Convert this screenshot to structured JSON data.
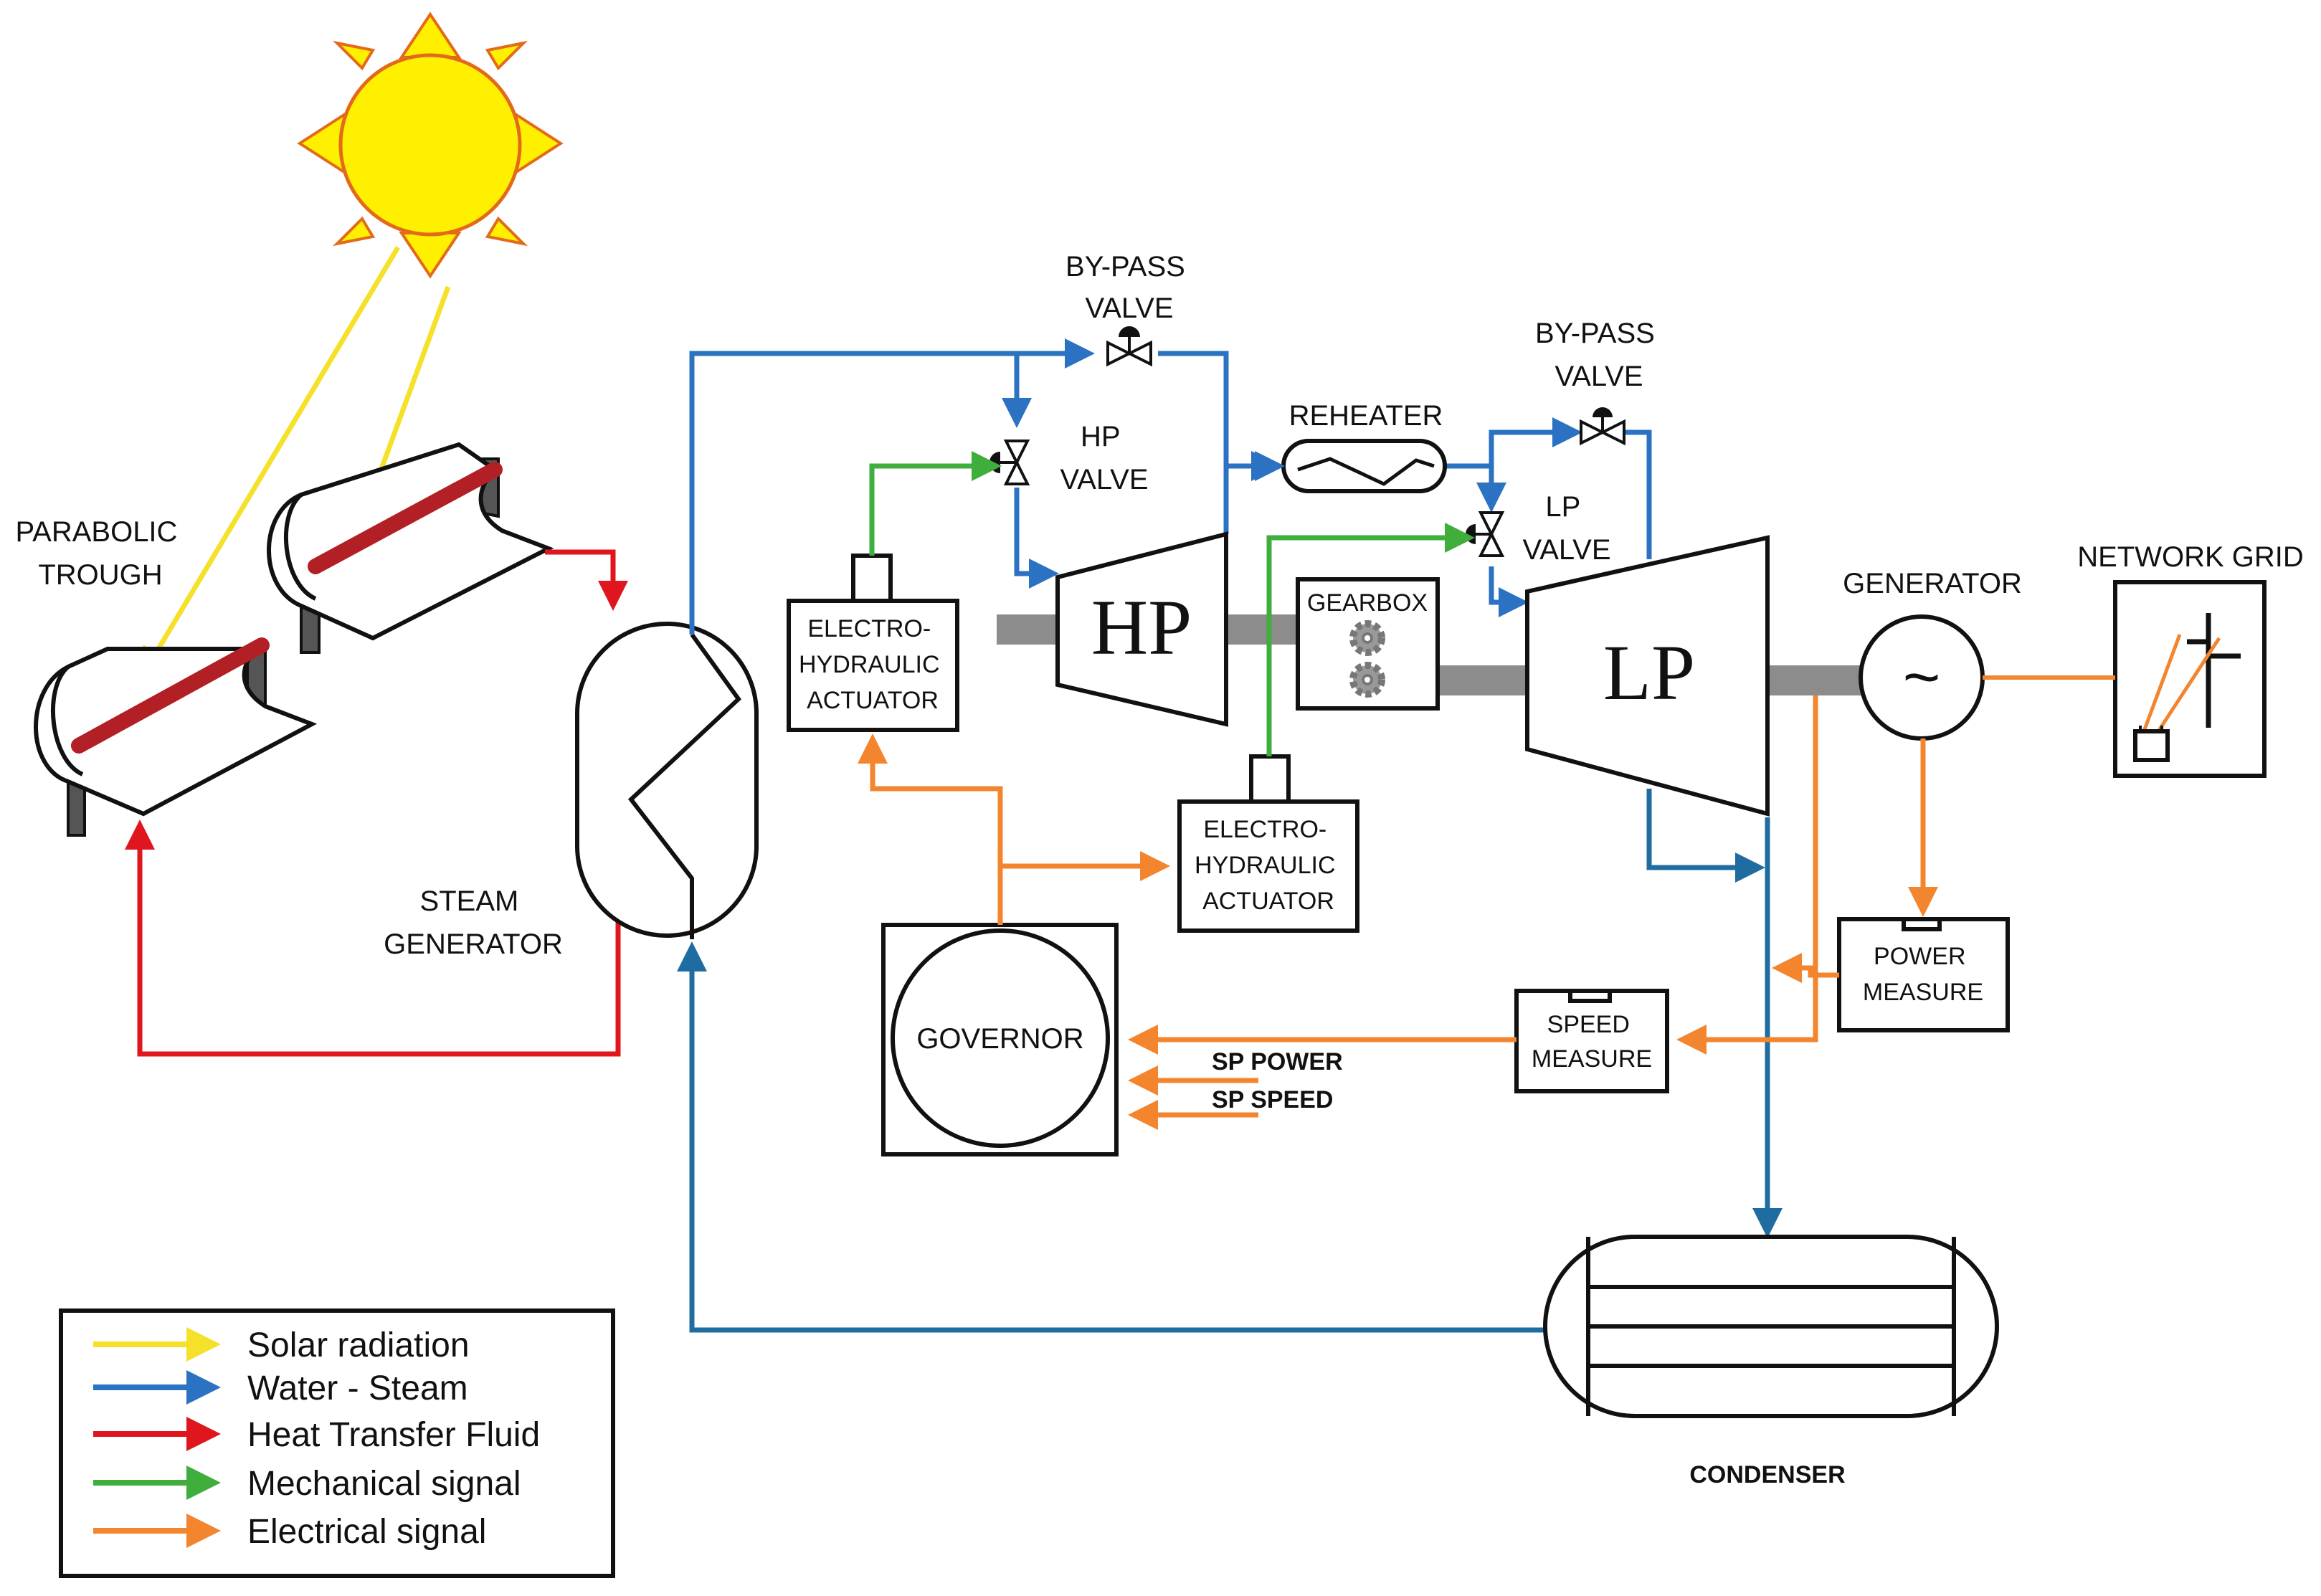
{
  "labels": {
    "parabolic_trough": [
      "PARABOLIC",
      "TROUGH"
    ],
    "steam_generator": [
      "STEAM",
      "GENERATOR"
    ],
    "bypass_valve_hp": [
      "BY-PASS",
      "VALVE"
    ],
    "hp_valve": [
      "HP",
      "VALVE"
    ],
    "reheater": "REHEATER",
    "bypass_valve_lp": [
      "BY-PASS",
      "VALVE"
    ],
    "lp_valve": [
      "LP",
      "VALVE"
    ],
    "hp_turbine": "HP",
    "lp_turbine": "LP",
    "gearbox": "GEARBOX",
    "actuator_1": [
      "ELECTRO-",
      "HYDRAULIC",
      "ACTUATOR"
    ],
    "actuator_2": [
      "ELECTRO-",
      "HYDRAULIC",
      "ACTUATOR"
    ],
    "generator": "GENERATOR",
    "generator_symbol": "~",
    "network_grid": "NETWORK GRID",
    "governor": "GOVERNOR",
    "power_measure": [
      "POWER",
      "MEASURE"
    ],
    "speed_measure": [
      "SPEED",
      "MEASURE"
    ],
    "sp_power": "SP POWER",
    "sp_speed": "SP SPEED",
    "condenser": "CONDENSER"
  },
  "legend": [
    {
      "label": "Solar radiation",
      "color": "#F5E12A"
    },
    {
      "label": "Water - Steam",
      "color": "#2B72C2"
    },
    {
      "label": "Heat Transfer Fluid",
      "color": "#E0161E"
    },
    {
      "label": "Mechanical signal",
      "color": "#3FAE3C"
    },
    {
      "label": "Electrical signal",
      "color": "#F4852F"
    }
  ],
  "colors": {
    "sun_fill": "#FFF000",
    "sun_stroke": "#E36A1B",
    "collector_tube": "#B21F24",
    "shaft": "#8C8C8C",
    "water_steam_dark": "#1F6DA0"
  }
}
